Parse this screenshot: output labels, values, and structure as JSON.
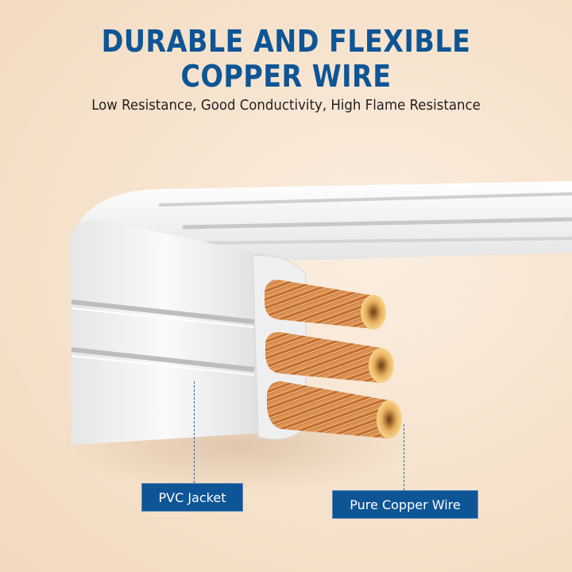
{
  "header": {
    "title_line1": "DURABLE AND FLEXIBLE",
    "title_line2": "COPPER WIRE",
    "subtitle": "Low Resistance, Good Conductivity, High Flame Resistance"
  },
  "product": {
    "description": "White flat two-groove PVC-jacketed cable with three stranded copper conductors exposed at the cut end",
    "conductor_count": 3
  },
  "callouts": [
    {
      "label": "PVC Jacket",
      "target": "cable jacket"
    },
    {
      "label": "Pure Copper Wire",
      "target": "copper conductors"
    }
  ],
  "colors": {
    "brand_blue": "#0e5596",
    "background": "#f7e4cf",
    "copper": "#d9894a",
    "jacket": "#f4f4f4"
  }
}
